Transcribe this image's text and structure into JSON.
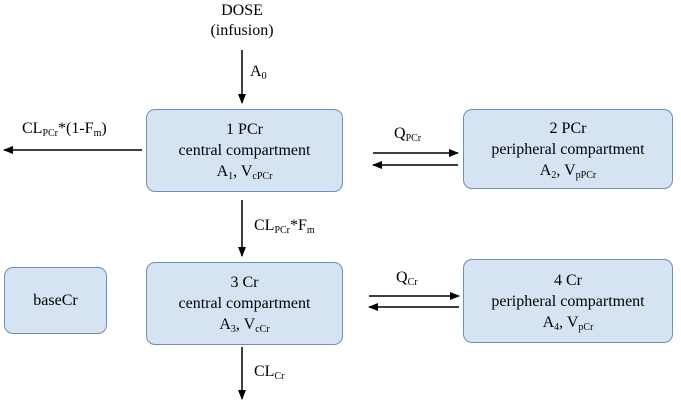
{
  "dose": {
    "title": "DOSE",
    "subtitle": "(infusion)"
  },
  "a0": {
    "main": "A",
    "sub": "0"
  },
  "cl_out": {
    "pre": "CL",
    "sub1": "PCr",
    "mid": "*(1-F",
    "sub2": "m",
    "post": ")"
  },
  "q_pcr": {
    "main": "Q",
    "sub": "PCr"
  },
  "q_cr": {
    "main": "Q",
    "sub": "Cr"
  },
  "cl_fm": {
    "pre": "CL",
    "sub1": "PCr",
    "mid": "*F",
    "sub2": "m"
  },
  "cl_cr": {
    "main": "CL",
    "sub": "Cr"
  },
  "boxes": {
    "pcr_central": {
      "title": "1 PCr",
      "desc": "central compartment",
      "a": "A",
      "a_sub": "1",
      "v": "V",
      "v_sub": "cPCr"
    },
    "pcr_peripheral": {
      "title": "2 PCr",
      "desc": "peripheral compartment",
      "a": "A",
      "a_sub": "2",
      "v": "V",
      "v_sub": "pPCr"
    },
    "cr_central": {
      "title": "3 Cr",
      "desc": "central compartment",
      "a": "A",
      "a_sub": "3",
      "v": "V",
      "v_sub": "cCr"
    },
    "cr_peripheral": {
      "title": "4 Cr",
      "desc": "peripheral compartment",
      "a": "A",
      "a_sub": "4",
      "v": "V",
      "v_sub": "pCr"
    },
    "base": {
      "label": "baseCr"
    }
  },
  "colors": {
    "box_fill": "#d5e3f3",
    "box_border": "#6f8fb8",
    "line": "#000000"
  }
}
